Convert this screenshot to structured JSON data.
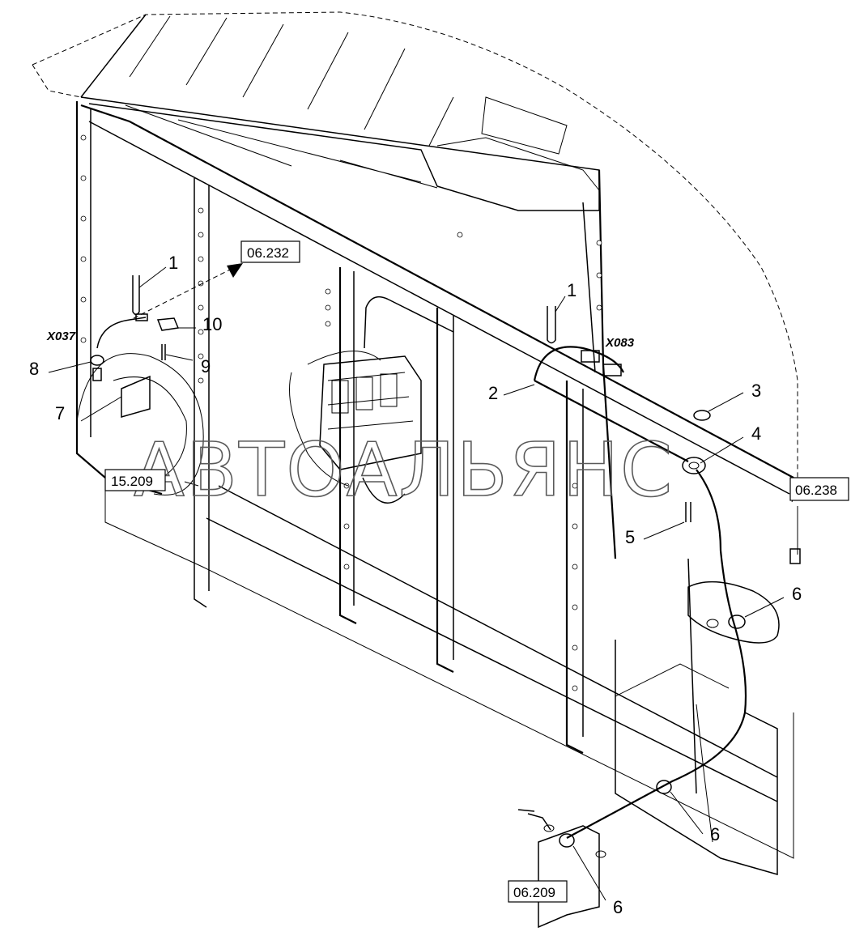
{
  "diagram": {
    "part_labels": [
      {
        "id": "label-1-left",
        "text": "1"
      },
      {
        "id": "label-1-right",
        "text": "1"
      },
      {
        "id": "label-2",
        "text": "2"
      },
      {
        "id": "label-3",
        "text": "3"
      },
      {
        "id": "label-4",
        "text": "4"
      },
      {
        "id": "label-5",
        "text": "5"
      },
      {
        "id": "label-6-a",
        "text": "6"
      },
      {
        "id": "label-6-b",
        "text": "6"
      },
      {
        "id": "label-6-c",
        "text": "6"
      },
      {
        "id": "label-7",
        "text": "7"
      },
      {
        "id": "label-8",
        "text": "8"
      },
      {
        "id": "label-9",
        "text": "9"
      },
      {
        "id": "label-10",
        "text": "10"
      }
    ],
    "connectors": [
      {
        "id": "connector-x037",
        "text": "X037"
      },
      {
        "id": "connector-x083",
        "text": "X083"
      }
    ],
    "references": [
      {
        "id": "ref-06-232",
        "text": "06.232"
      },
      {
        "id": "ref-15-209",
        "text": "15.209"
      },
      {
        "id": "ref-06-238",
        "text": "06.238"
      },
      {
        "id": "ref-06-209",
        "text": "06.209"
      }
    ],
    "watermark": "АВТОАЛЬЯНС"
  }
}
